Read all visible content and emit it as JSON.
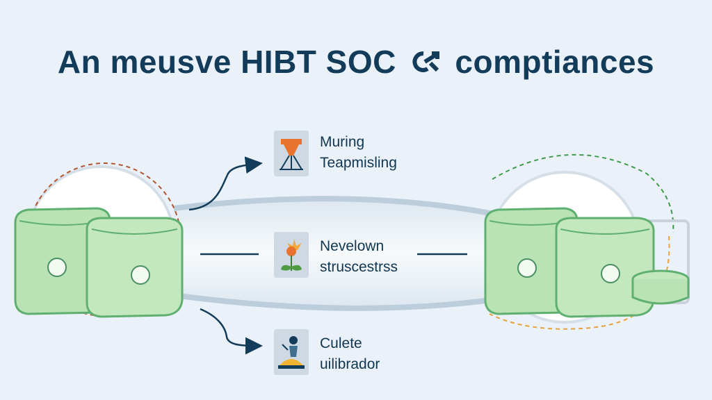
{
  "title": {
    "text_before": "An meusve HIBT SOC",
    "icon": "link-arrow-icon",
    "text_after": "comptiances"
  },
  "nodes": [
    {
      "line1": "Muring",
      "line2": "Teapmisling",
      "icon": "funnel-icon"
    },
    {
      "line1": "Nevelown",
      "line2": "struscestrss",
      "icon": "plant-icon"
    },
    {
      "line1": "Culete",
      "line2": "uilibrador",
      "icon": "worker-icon"
    }
  ],
  "colors": {
    "background": "#eaf1f8",
    "title": "#123c59",
    "jar_fill": "#b9e3b4",
    "jar_stroke": "#5fb070",
    "orange_dash": "#e7a23b",
    "green_dash": "#3f9b4c"
  }
}
